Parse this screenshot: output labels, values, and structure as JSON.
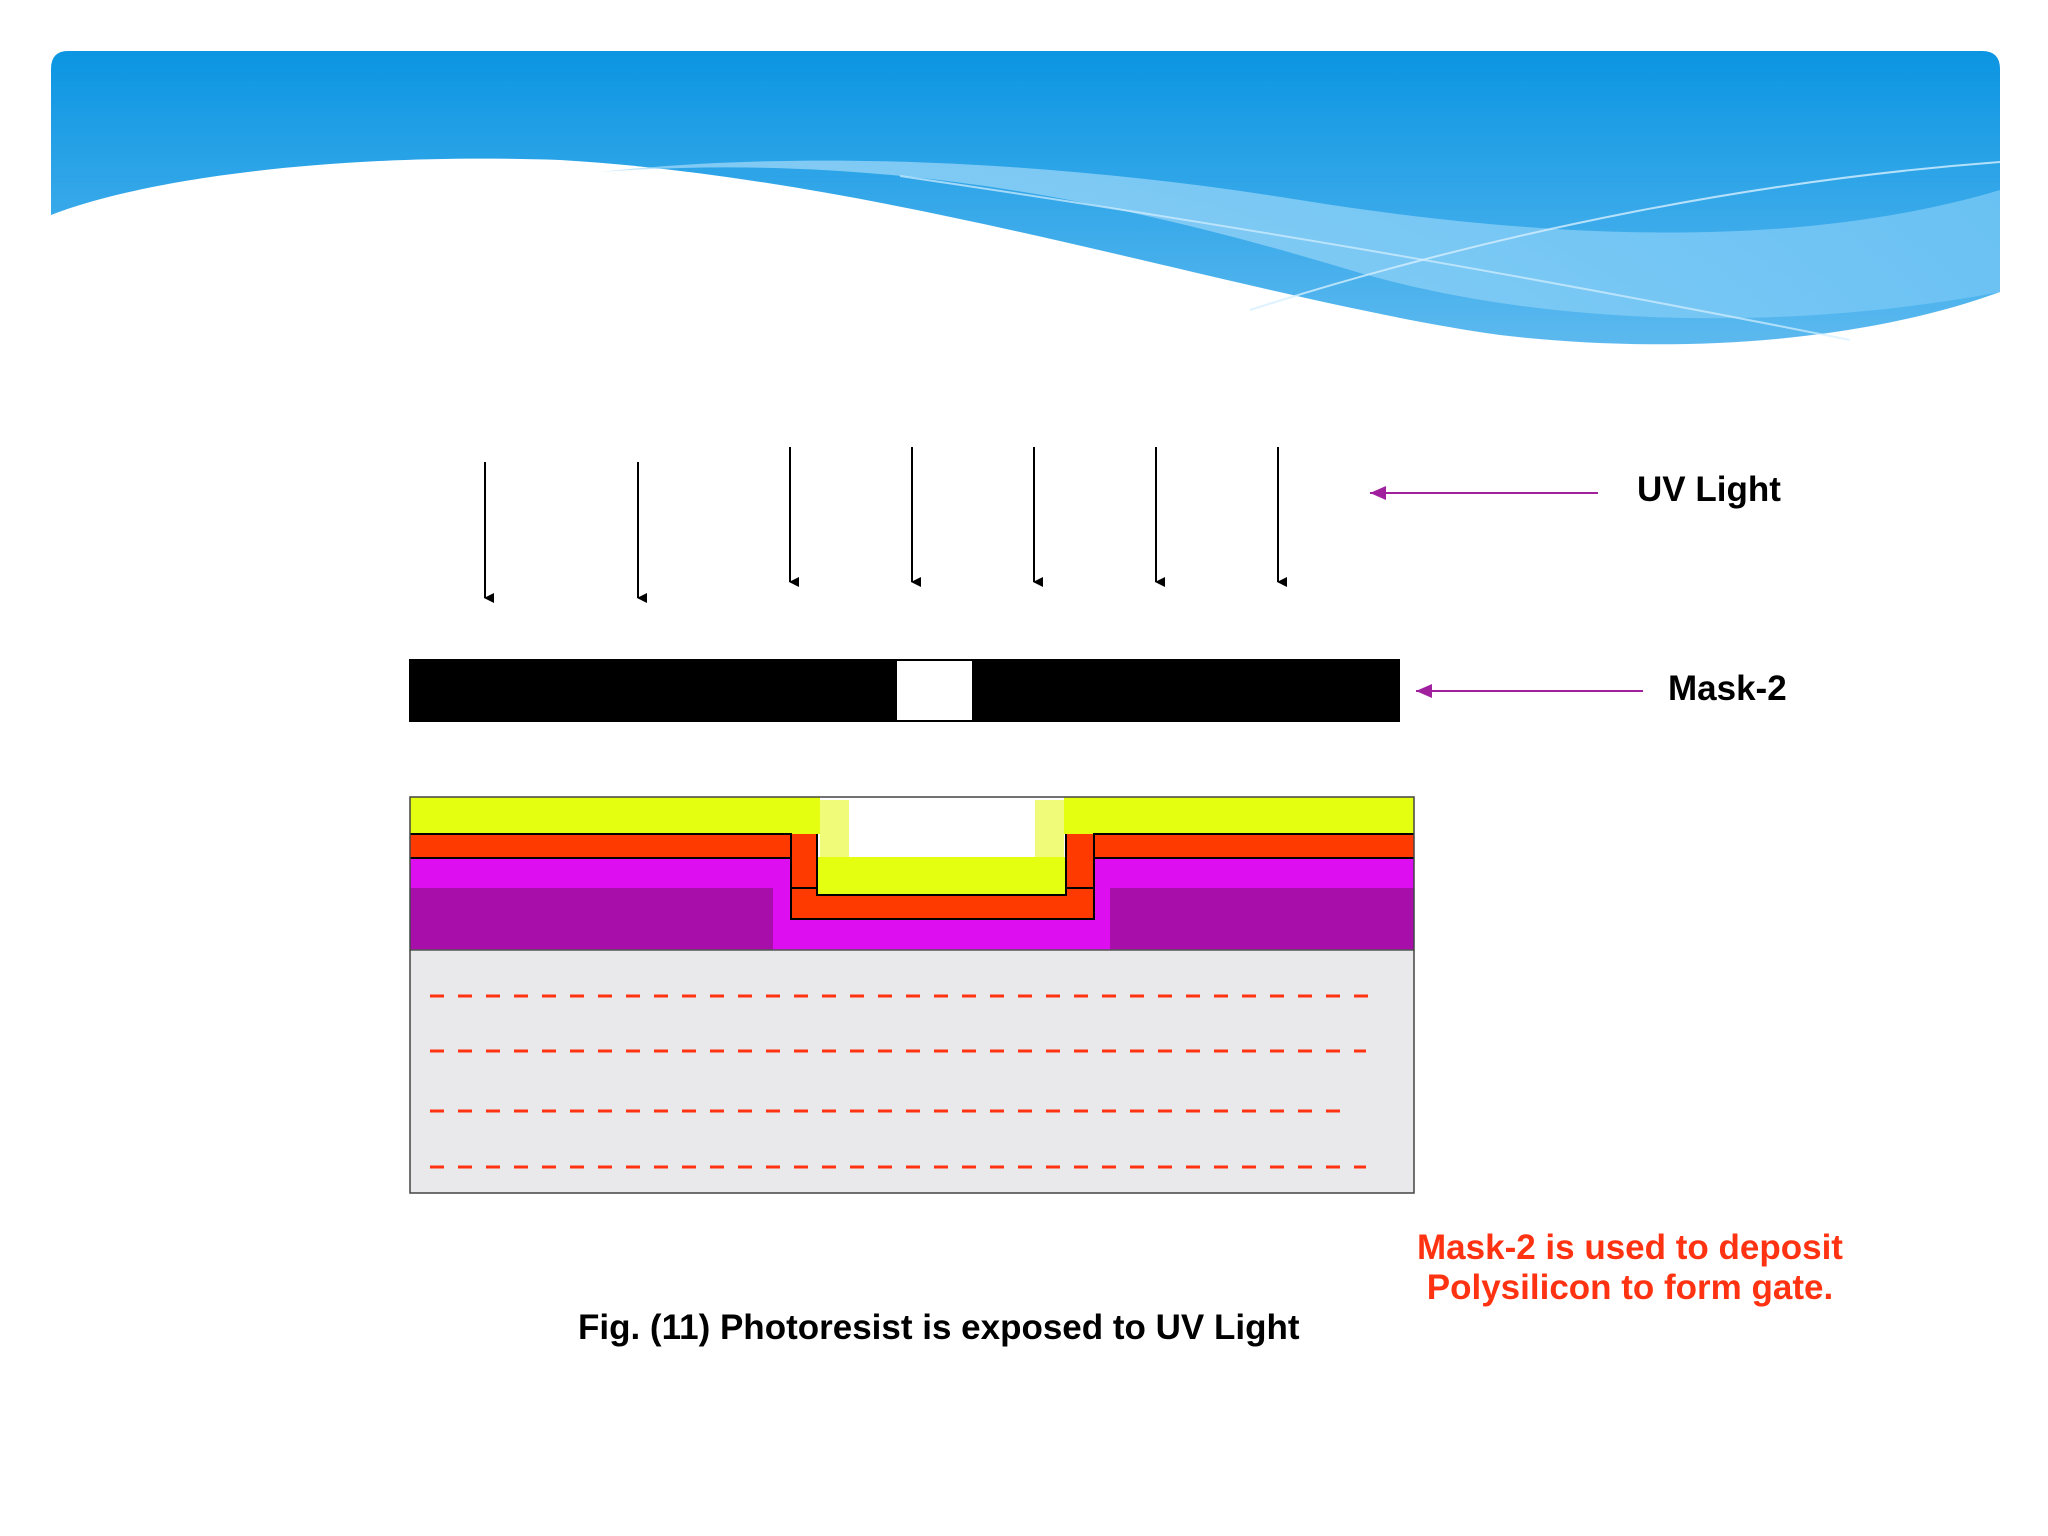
{
  "labels": {
    "uv_light": "UV Light",
    "mask": "Mask-2"
  },
  "caption": "Fig. (11) Photoresist is exposed to UV Light",
  "note": {
    "line1": "Mask-2 is used to deposit",
    "line2": "Polysilicon to form gate."
  },
  "colors": {
    "header_blue": "#0b95e2",
    "header_light": "#8fd0f7",
    "photoresist": "#e4ff0f",
    "exposed_photoresist": "#f0fb7a",
    "polysilicon": "#ff3a00",
    "thin_oxide": "#dd0ff0",
    "field_oxide": "#a80eaa",
    "substrate": "#e9e8ea",
    "dopant_dashes": "#ff3311",
    "pointer_arrows": "#a0209e",
    "note_text": "#ff3311"
  },
  "icons": {
    "uv_rays": "down-arrow-icon",
    "pointers": "left-arrow-icon"
  }
}
